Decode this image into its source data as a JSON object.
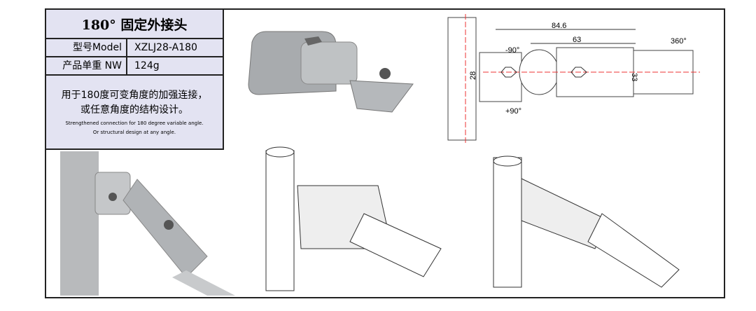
{
  "title": "180°  固定外接头",
  "specs": [
    {
      "key": "型号Model",
      "value": "XZLJ28-A180"
    },
    {
      "key": "产品单重 NW",
      "value": "124g"
    }
  ],
  "description_cn": [
    "用于180度可变角度的加强连接，",
    "或任意角度的结构设计。"
  ],
  "description_en": [
    "Strengthened connection for 180 degree variable angle.",
    "Or structural design at any angle."
  ],
  "drawing": {
    "dim_overall": "84.6",
    "dim_inner": "63",
    "dim_height": "28",
    "dim_width": "33",
    "angle_minus": "-90°",
    "angle_plus": "+90°",
    "rotation": "360°"
  }
}
